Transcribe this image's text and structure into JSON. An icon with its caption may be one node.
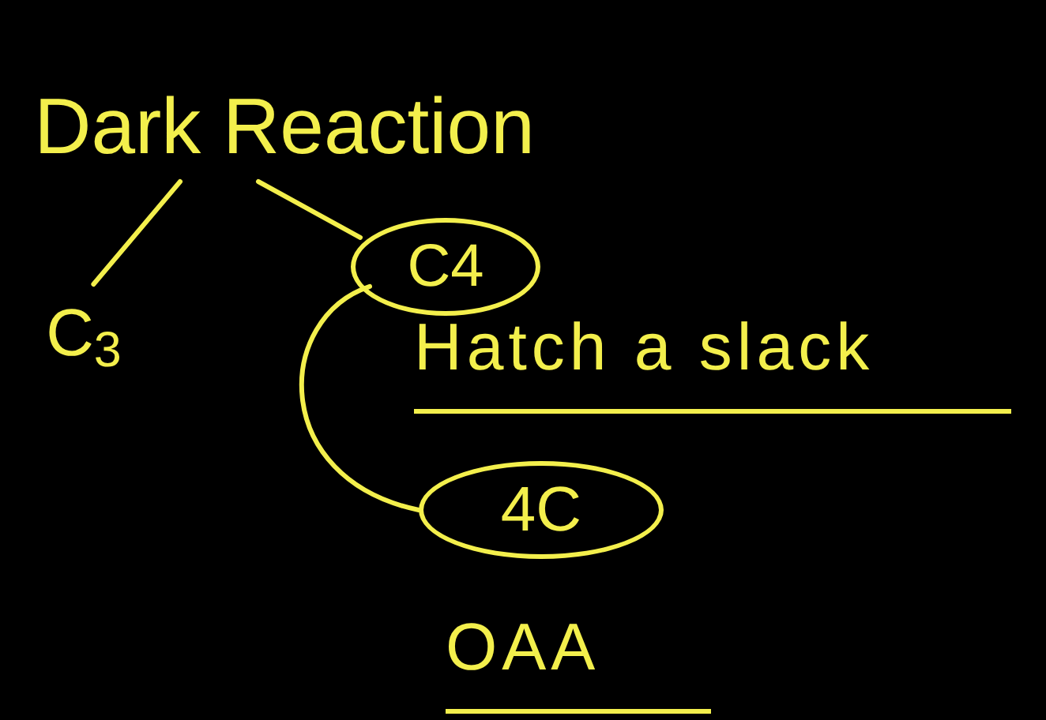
{
  "diagram": {
    "nodes": [
      {
        "text": [
          "Dark Reaction"
        ]
      },
      {
        "text": [
          "C$_{3}$"
        ]
      },
      {
        "text": [
          "C4"
        ],
        "beside": [
          "Hatch a slack"
        ]
      },
      {
        "text": [
          "4C"
        ],
        "beside": [
          "OAA"
        ]
      }
    ],
    "edges": [
      {
        "from": 0,
        "to": 1,
        "arrow": "none"
      },
      {
        "from": 0,
        "to": 2,
        "arrow": "none"
      },
      {
        "from": 2,
        "to": 3,
        "arrow": "none"
      }
    ]
  }
}
